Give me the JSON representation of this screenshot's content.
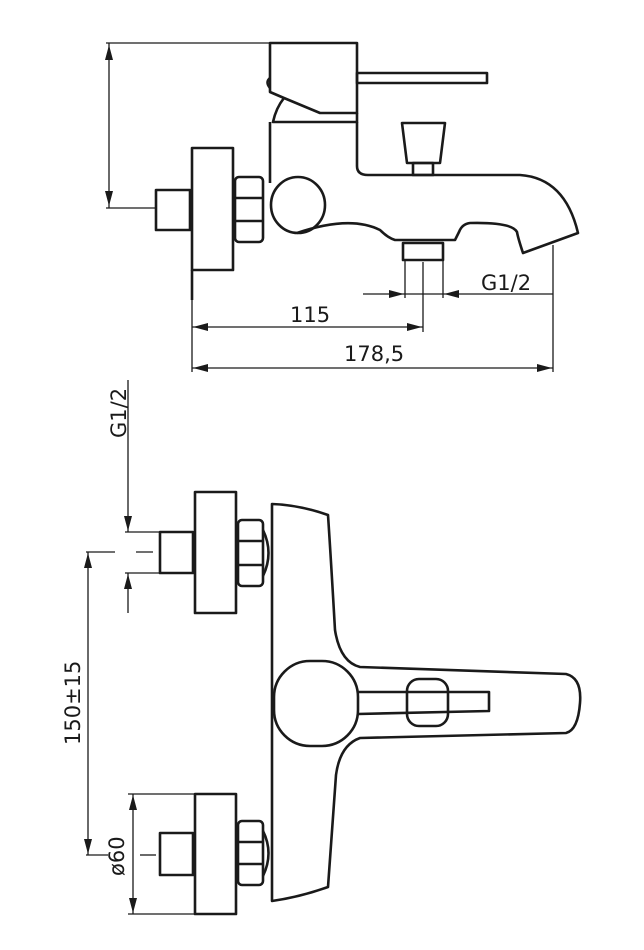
{
  "side_view": {
    "dimensions": {
      "outlet_thread": "G1/2",
      "wall_to_outlet": "115",
      "wall_to_spout": "178,5"
    }
  },
  "front_view": {
    "dimensions": {
      "inlet_thread": "G1/2",
      "inlet_spacing": "150±15",
      "flange_diameter": "ø60"
    }
  },
  "colors": {
    "line": "#1a1a1a",
    "background": "#ffffff"
  }
}
